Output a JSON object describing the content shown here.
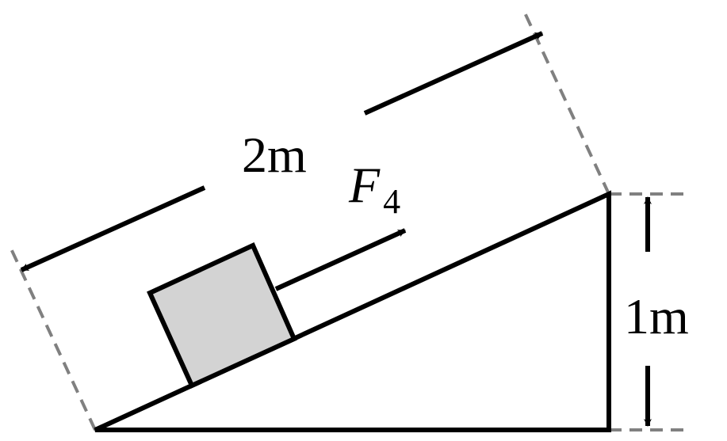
{
  "diagram": {
    "slope_length_label": "2m",
    "height_label": "1m",
    "force_symbol": "F",
    "force_subscript": "4"
  },
  "colors": {
    "line": "#000000",
    "dashed": "#808080",
    "block_fill": "#d3d3d3",
    "background": "#ffffff"
  }
}
